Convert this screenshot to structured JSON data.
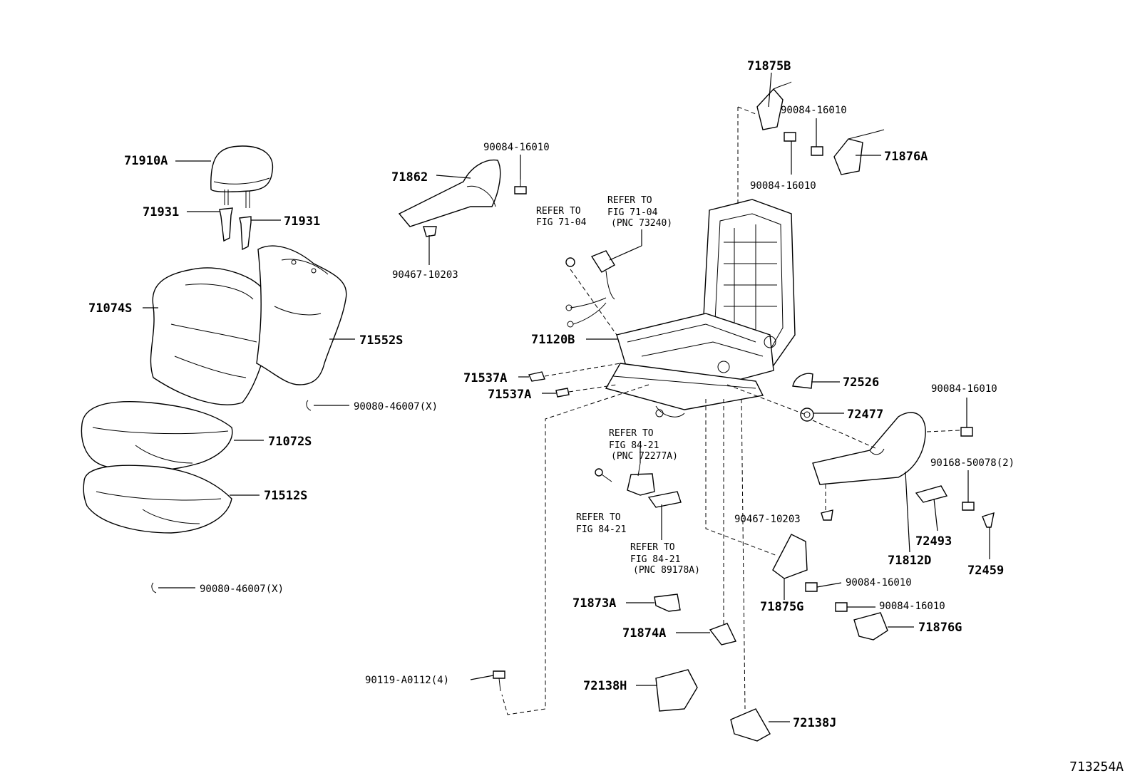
{
  "diagram_id": "713254A",
  "parts": {
    "p71910A": "71910A",
    "p71931a": "71931",
    "p71931b": "71931",
    "p71074S": "71074S",
    "p71552S": "71552S",
    "p90080a": "90080-46007(X)",
    "p71072S": "71072S",
    "p71512S": "71512S",
    "p90080b": "90080-46007(X)",
    "p90084_top": "90084-16010",
    "p71862": "71862",
    "p90467a": "90467-10203",
    "p71875B": "71875B",
    "p90084_r1": "90084-16010",
    "p71876A": "71876A",
    "p90084_r2": "90084-16010",
    "p71120B": "71120B",
    "p71537Aa": "71537A",
    "p71537Ab": "71537A",
    "p72526": "72526",
    "p72477": "72477",
    "p90084_r3": "90084-16010",
    "p90168": "90168-50078(2)",
    "p90467b": "90467-10203",
    "p72493": "72493",
    "p71812D": "71812D",
    "p72459": "72459",
    "p90084_r4": "90084-16010",
    "p71875G": "71875G",
    "p90084_r5": "90084-16010",
    "p71876G": "71876G",
    "p71873A": "71873A",
    "p71874A": "71874A",
    "p90119": "90119-A0112(4)",
    "p72138H": "72138H",
    "p72138J": "72138J"
  },
  "refs": {
    "r1_a": "REFER TO",
    "r1_b": "FIG 71-04",
    "r2_a": "REFER TO",
    "r2_b": "FIG 71-04",
    "r2_c": "(PNC 73240)",
    "r3_a": "REFER TO",
    "r3_b": "FIG 84-21",
    "r3_c": "(PNC 72277A)",
    "r4_a": "REFER TO",
    "r4_b": "FIG 84-21",
    "r5_a": "REFER TO",
    "r5_b": "FIG 84-21",
    "r5_c": "(PNC 89178A)"
  }
}
